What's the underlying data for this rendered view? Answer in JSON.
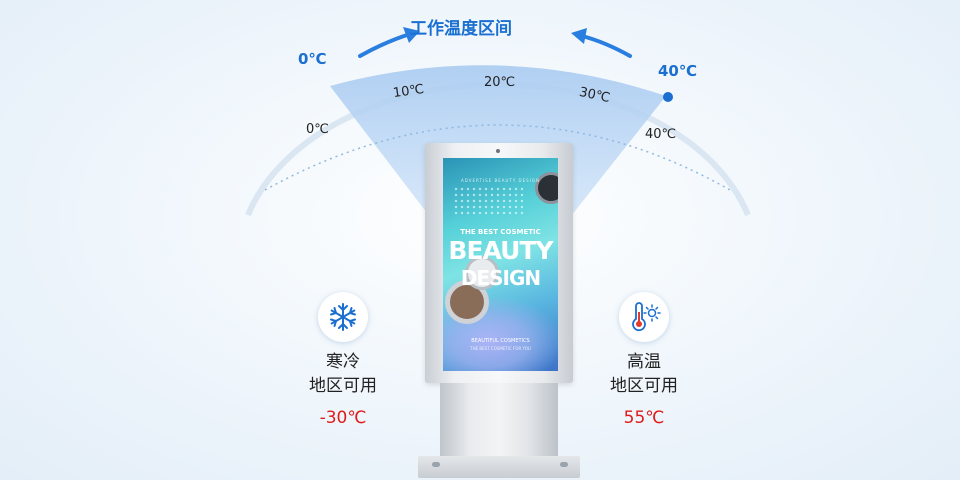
{
  "header": {
    "title": "工作温度区间"
  },
  "range": {
    "min_label": "0℃",
    "max_label": "40℃"
  },
  "scale": {
    "ticks": [
      "0℃",
      "10℃",
      "20℃",
      "30℃",
      "40℃"
    ]
  },
  "features": [
    {
      "icon": "snowflake-icon",
      "line1": "寒冷",
      "line2": "地区可用",
      "value": "-30℃"
    },
    {
      "icon": "thermometer-sun-icon",
      "line1": "高温",
      "line2": "地区可用",
      "value": "55℃"
    }
  ],
  "screen": {
    "top_text": "ADVERTISE BEAUTY DESIGN",
    "subtitle": "THE BEST COSMETIC",
    "headline1": "BEAUTY",
    "headline2": "DESIGN",
    "footer1": "BEAUTIFUL COSMETICS",
    "footer2": "THE BEST COSMETIC FOR YOU"
  },
  "colors": {
    "accent": "#1a6fd1",
    "warning_value": "#e01b1b",
    "cone_fill": "#b3d2f3"
  }
}
